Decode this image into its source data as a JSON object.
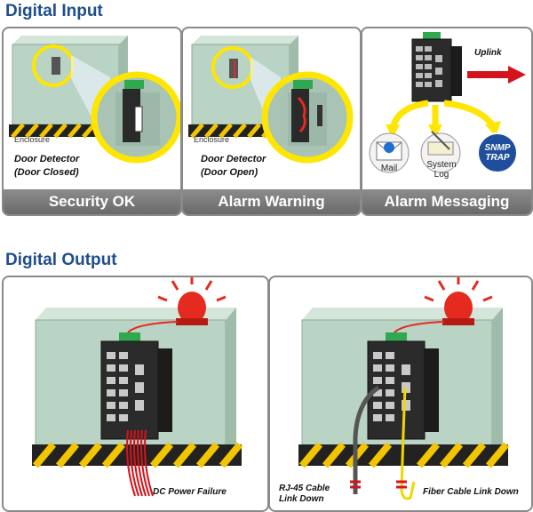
{
  "digital_input": {
    "title": "Digital Input",
    "panels": [
      {
        "caption": "Security OK",
        "enclosure_label": "Enclosure",
        "detector_line1": "Door Detector",
        "detector_line2": "(Door Closed)"
      },
      {
        "caption": "Alarm Warning",
        "enclosure_label": "Enclosure",
        "detector_line1": "Door Detector",
        "detector_line2": "(Door Open)"
      },
      {
        "caption": "Alarm Messaging",
        "uplink_label": "Uplink",
        "mail_label": "Mail",
        "syslog_line1": "System",
        "syslog_line2": "Log",
        "snmp_line1": "SNMP",
        "snmp_line2": "TRAP"
      }
    ]
  },
  "digital_output": {
    "title": "Digital Output",
    "panels": [
      {
        "caption": "DC Power Failure"
      },
      {
        "rj45_line1": "RJ-45 Cable",
        "rj45_line2": "Link Down",
        "fiber_caption": "Fiber Cable Link Down"
      }
    ]
  },
  "colors": {
    "title": "#1f4e8c",
    "enclosure": "#b9d3c4",
    "alarm": "#e52a1f",
    "ring": "#ffe600",
    "uplink_arrow": "#d4141c"
  }
}
